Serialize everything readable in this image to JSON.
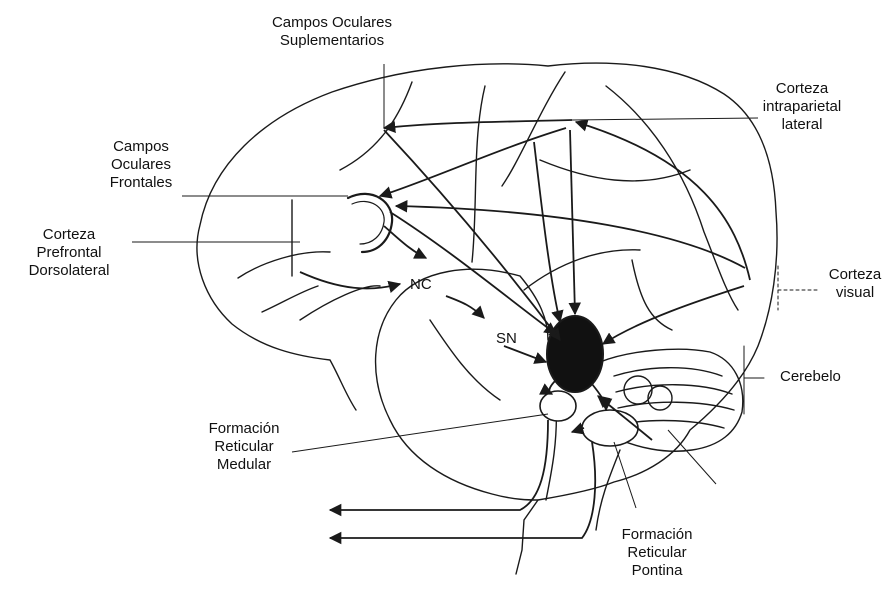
{
  "labels": {
    "sef": [
      "Campos Oculares",
      "Suplementarios"
    ],
    "lip": [
      "Corteza",
      "intraparietal",
      "lateral"
    ],
    "fef": [
      "Campos",
      "Oculares",
      "Frontales"
    ],
    "dlpfc": [
      "Corteza",
      "Prefrontal",
      "Dorsolateral"
    ],
    "nc": "NC",
    "sn": "SN",
    "visual": [
      "Corteza",
      "visual"
    ],
    "cerebelo": "Cerebelo",
    "frm": [
      "Formación",
      "Reticular",
      "Medular"
    ],
    "frp": [
      "Formación",
      "Reticular",
      "Pontina"
    ]
  },
  "colors": {
    "stroke": "#1a1a1a",
    "fill_superior_colliculus": "#111111"
  }
}
